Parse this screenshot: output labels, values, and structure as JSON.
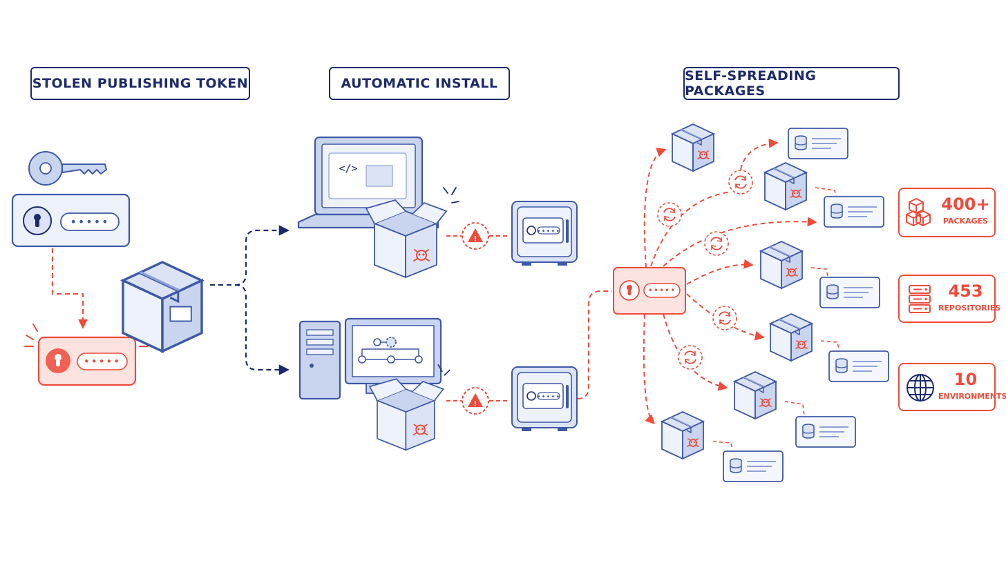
{
  "sections": {
    "stolen_token": "STOLEN PUBLISHING TOKEN",
    "automatic_install": "AUTOMATIC INSTALL",
    "self_spreading": "SELF-SPREADING PACKAGES"
  },
  "token_mask": "•••••",
  "screen_code_glyph": "</>",
  "warning_glyph": "!",
  "stats": [
    {
      "value": "400+",
      "label": "PACKAGES",
      "icon": "cubes-icon"
    },
    {
      "value": "453",
      "label": "REPOSITORIES",
      "icon": "server-icon"
    },
    {
      "value": "10",
      "label": "ENVIRONMENTS",
      "icon": "globe-icon"
    }
  ],
  "colors": {
    "navy": "#1c2a6b",
    "blue": "#3d58a6",
    "red": "#ef4a3a",
    "pale_blue": "#e6ecf8",
    "pale_red": "#fde3e0"
  }
}
